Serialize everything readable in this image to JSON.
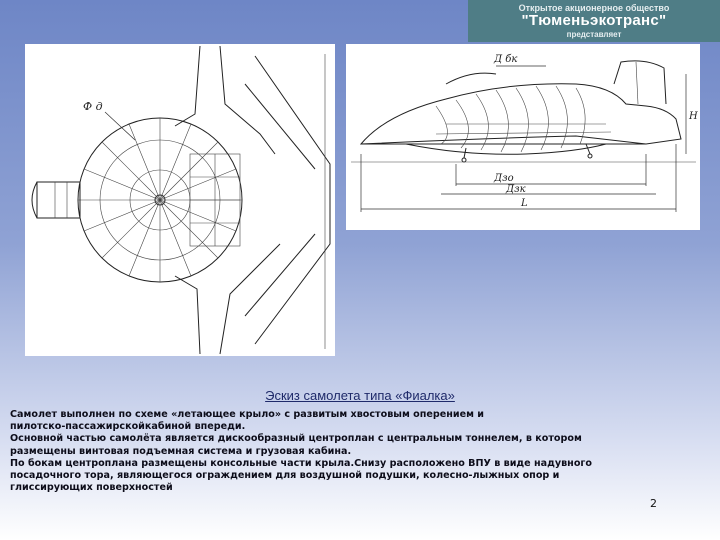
{
  "banner": {
    "line1": "Открытое акционерное общество",
    "line2": "\"Тюменьэкотранс\"",
    "line3": "представляет"
  },
  "drawing_labels": {
    "top_view_diameter": "Ф д",
    "side_dbk": "Д бк",
    "side_h": "Н",
    "side_dzo": "Дзо",
    "side_dzhk": "Дзк",
    "side_l": "L"
  },
  "caption": "Эскиз самолета типа «Фиалка»",
  "description": [
    "Самолет выполнен по схеме «летающее крыло» с развитым хвостовым оперением и",
    "пилотско-пассажирскойкабиной впереди.",
    "Основной частью самолёта является дискообразный центроплан с центральным тоннелем, в котором",
    "размещены винтовая подъемная  система и грузовая кабина.",
    "По бокам центроплана размещены консольные части крыла.Снизу расположено ВПУ в виде надувного",
    "посадочного тора, являющегося ограждением для воздушной подушки, колесно-лыжных опор и",
    "глиссирующих поверхностей"
  ],
  "page_number": "2"
}
